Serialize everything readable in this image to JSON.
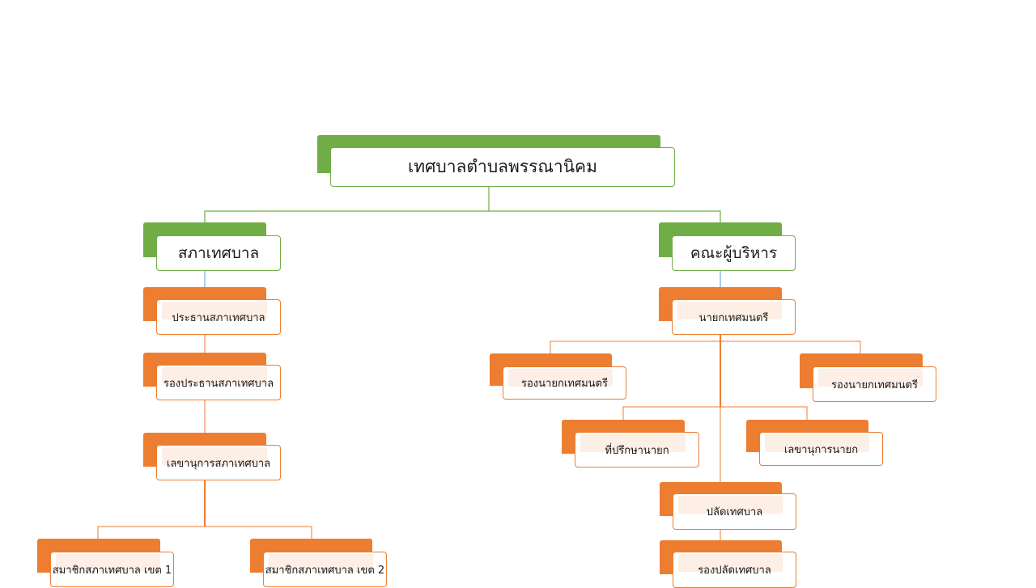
{
  "colors": {
    "green": "#70ad47",
    "orange": "#ed7d31",
    "blue_link": "#5b9bd5"
  },
  "chart": {
    "root": "เทศบาลตำบลพรรณานิคม",
    "council": "สภาเทศบาล",
    "executive": "คณะผู้บริหาร",
    "council_chair": "ประธานสภาเทศบาล",
    "council_vice_chair": "รองประธานสภาเทศบาล",
    "council_secretary": "เลขานุการสภาเทศบาล",
    "council_member_1": "สมาชิกสภาเทศบาล เขต 1",
    "council_member_2": "สมาชิกสภาเทศบาล เขต 2",
    "mayor": "นายกเทศมนตรี",
    "deputy_mayor_left": "รองนายกเทศมนตรี",
    "deputy_mayor_right": "รองนายกเทศมนตรี",
    "mayor_advisor": "ที่ปรึกษานายก",
    "mayor_secretary": "เลขานุการนายก",
    "municipal_clerk": "ปลัดเทศบาล",
    "deputy_clerk": "รองปลัดเทศบาล"
  }
}
